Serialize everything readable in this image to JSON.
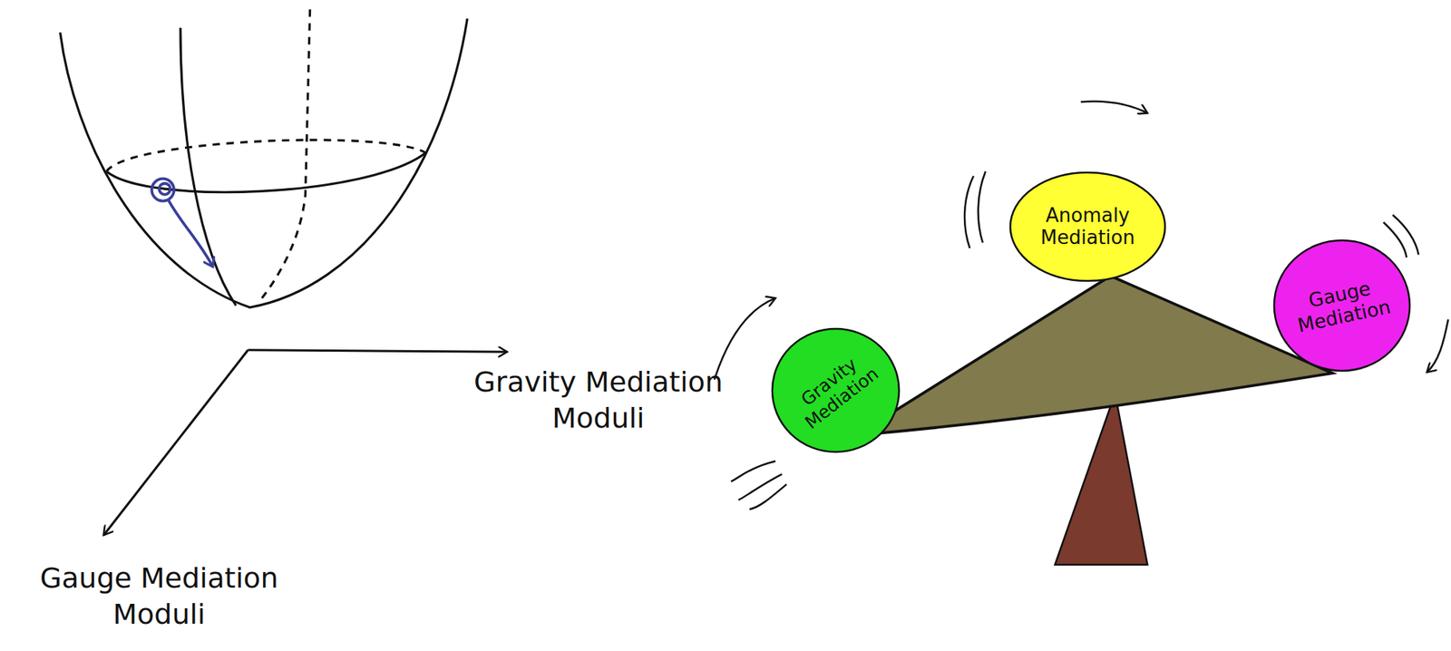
{
  "diagram": {
    "nodes": [
      {
        "text": [
          "Gravity Mediation"
        ]
      },
      {
        "text": [
          "Anomaly Mediation"
        ]
      },
      {
        "text": [
          "Gauge Mediation"
        ]
      }
    ],
    "labels": [
      "Gravity Mediation Moduli",
      "Gauge Mediation Moduli"
    ]
  }
}
